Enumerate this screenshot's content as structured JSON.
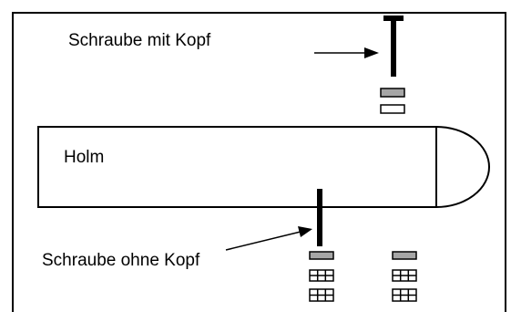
{
  "labels": {
    "screw_with_head": "Schraube mit Kopf",
    "spar": "Holm",
    "screw_without_head": "Schraube ohne Kopf"
  },
  "colors": {
    "stroke": "#000000",
    "washer_fill": "#a6a6a6",
    "background": "#ffffff"
  }
}
